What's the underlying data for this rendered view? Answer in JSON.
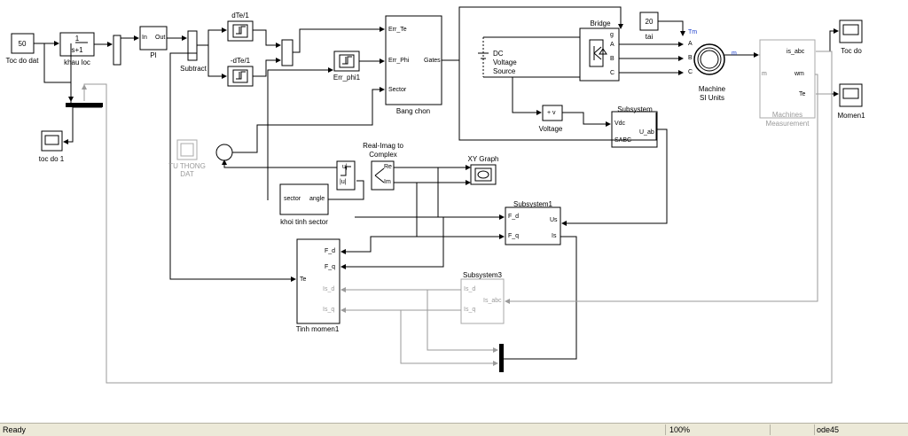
{
  "blocks": {
    "const50": {
      "value": "50",
      "label": "Toc do dat"
    },
    "khau_loc": {
      "num": "1",
      "den": "s+1",
      "label": "khau loc"
    },
    "pi": {
      "in": "In",
      "out": "Out",
      "label": "PI"
    },
    "subtract": {
      "label": "Subtract"
    },
    "dte_top": {
      "label": "dTe/1"
    },
    "dte_bot": {
      "label": "-dTe/1"
    },
    "err_phi1": {
      "label": "Err_phi1"
    },
    "bang_chon": {
      "ports": [
        "Err_Te",
        "Err_Phi",
        "Sector",
        "Gates"
      ],
      "label": "Bang chon"
    },
    "dc_source": {
      "label_lines": [
        "DC",
        "Voltage",
        "Source"
      ]
    },
    "bridge": {
      "label": "Bridge",
      "ports": [
        "g",
        "A",
        "B",
        "C"
      ]
    },
    "tai_const": {
      "value": "20",
      "label": "tai"
    },
    "machine": {
      "ports": [
        "Tm",
        "A",
        "B",
        "C",
        "m"
      ],
      "label_lines": [
        "Machine",
        "SI Units"
      ]
    },
    "measurement": {
      "ports": [
        "m",
        "is_abc",
        "wm",
        "Te"
      ],
      "label_lines": [
        "Machines",
        "Measurement"
      ]
    },
    "scope_tocdo": {
      "label": "Toc do"
    },
    "scope_momen1": {
      "label": "Momen1"
    },
    "voltage": {
      "label": "Voltage",
      "sign": "+ v"
    },
    "subsystem": {
      "title": "Subsystem",
      "ports": [
        "Vdc",
        "SABC",
        "U_ab"
      ]
    },
    "tocdo1": {
      "label": "toc do 1"
    },
    "tu_thong": {
      "label_lines": [
        "TU THONG",
        "DAT"
      ]
    },
    "real_imag": {
      "title_lines": [
        "Real-Imag to",
        "Complex"
      ],
      "ports": [
        "Re",
        "Im"
      ]
    },
    "xy_graph": {
      "label": "XY Graph"
    },
    "u_ports": [
      "u|",
      "|u|"
    ],
    "khoi_tinh_sector": {
      "ports": [
        "sector",
        "angle"
      ],
      "label": "khoi tinh sector"
    },
    "subsystem1": {
      "title": "Subsystem1",
      "ports": [
        "F_d",
        "F_q",
        "Us",
        "Is"
      ]
    },
    "tinh_momen1": {
      "ports": [
        "F_d",
        "F_q",
        "Te",
        "Is_d",
        "Is_q"
      ],
      "label": "Tinh momen1"
    },
    "subsystem3": {
      "title": "Subsystem3",
      "ports": [
        "Is_d",
        "Is_q",
        "Is_abc"
      ]
    }
  },
  "status": {
    "left": "Ready",
    "zoom": "100%",
    "solver": "ode45"
  }
}
